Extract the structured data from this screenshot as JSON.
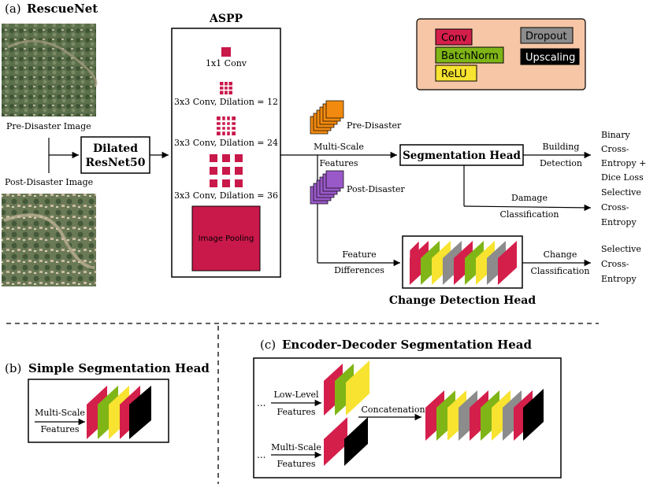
{
  "sections": {
    "a_prefix": "(a)",
    "a_title": "RescueNet",
    "b_prefix": "(b)",
    "b_title": "Simple Segmentation Head",
    "c_prefix": "(c)",
    "c_title": "Encoder-Decoder Segmentation Head"
  },
  "inputs": {
    "pre_label": "Pre-Disaster Image",
    "post_label": "Post-Disaster Image"
  },
  "backbone": {
    "line1": "Dilated",
    "line2": "ResNet50"
  },
  "aspp": {
    "title": "ASPP",
    "conv1": "1x1 Conv",
    "conv12": "3x3 Conv, Dilation = 12",
    "conv24": "3x3 Conv, Dilation = 24",
    "conv36": "3x3 Conv, Dilation = 36",
    "pooling": "Image Pooling"
  },
  "features": {
    "multi1": "Multi-Scale",
    "multi2": "Features",
    "pre": "Pre-Disaster",
    "post": "Post-Disaster",
    "diff1": "Feature",
    "diff2": "Differences"
  },
  "heads": {
    "seg": "Segmentation Head",
    "change": "Change Detection Head"
  },
  "outputs": {
    "building1": "Building",
    "building2": "Detection",
    "bin1": "Binary",
    "bin2": "Cross-",
    "bin3": "Entropy +",
    "bin4": "Dice Loss",
    "damage1": "Damage",
    "damage2": "Classification",
    "sel1": "Selective",
    "sel2": "Cross-",
    "sel3": "Entropy",
    "change1": "Change",
    "change2": "Classification",
    "sel1b": "Selective",
    "sel2b": "Cross-",
    "sel3b": "Entropy"
  },
  "legend": {
    "conv": "Conv",
    "batchnorm": "BatchNorm",
    "relu": "ReLU",
    "dropout": "Dropout",
    "upscaling": "Upscaling"
  },
  "simple_head": {
    "multi1": "Multi-Scale",
    "multi2": "Features"
  },
  "encdec": {
    "dots1": "...",
    "low1": "Low-Level",
    "low2": "Features",
    "dots2": "...",
    "multi1": "Multi-Scale",
    "multi2": "Features",
    "concat": "Concatenation"
  },
  "colors": {
    "conv": "#d41f4b",
    "batchnorm": "#7fb516",
    "relu": "#f7e330",
    "dropout": "#8c8c8c",
    "upscaling": "#000000",
    "pre_feature": "#f28a0f",
    "post_feature": "#9a59c8",
    "legend_bg": "#f6c6a6",
    "aspp_fill": "#c9184a"
  }
}
